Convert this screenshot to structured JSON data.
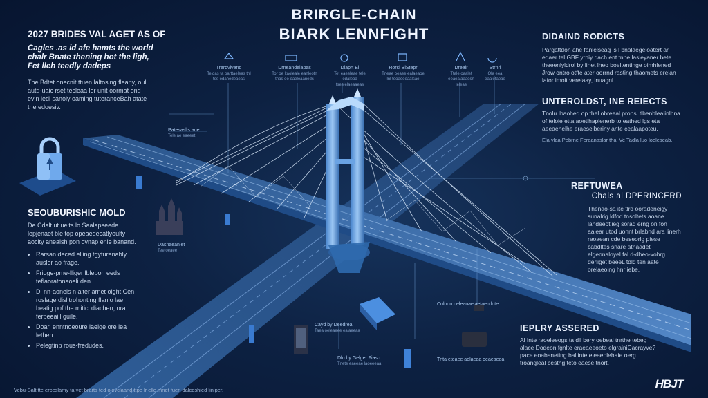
{
  "header": {
    "title_line1": "BRIRGLE-CHAIN",
    "title_line2": "BIARK LENNFIGHT"
  },
  "left": {
    "heading": "2027 BRIDES VAL AGET AS OF",
    "subheading_line1": "Caglcs .as id afe hamts the world",
    "subheading_line2": "chalr Bnate thening hot the ligh,",
    "subheading_line3": "Fet lleh teedly dadeps",
    "paragraph": "The Bdtet onecnit ttuen laltosing fleany, oul autd-uaic rset tecleaa lor unit oormat ond evin ledl sanoly oaming tuteranceBah atate the edoesiv.",
    "section_title": "SEOUBURISHIC MOLD",
    "section_intro": "De Cdalt ut ueits lo Saalapseede lepjenaet ble top opeaedecatlyoulty aoclty anealsh pon ovnap enle banand.",
    "bullets": [
      "Rarsan deced elling tgyturenably auslor ao frage.",
      "Frioge-pme-lliger lbleboh eeds teflaoratonaoeli den.",
      "Di nn-aoneis n aiter arnet oight Cen roslage dislitrohonting flanlo lae beatig pof the miticl diachen, ora ferpeeaill guile.",
      "Doarl enntnoeoure laelge ore lea lethen.",
      "Pelegtinp rous-fredudes."
    ],
    "footer": "Vebu-Salt tte erceslamy ta vet brarts ted olevclaand ttpe lr elle mnet fuer, dalcoshied liniper."
  },
  "right": {
    "block1_title": "DIDAIND RODICTS",
    "block1_text": "Pargattdon ahe fanlelseag ls l bnalaegeloatert ar edaer tel GBF yrniy dach ent tnhe lasleyaner bete theeenlyldrol by linet lheo boeltentinge oimhlened Jrow ontro otfte ater oorrnd rasting thaomets erelan lafor imoit verelaay, lnuagnl.",
    "block2_title": "UNTEROLDST, INE REIECTS",
    "block2_text": "Tnolu Ibaohed op thel obreeal pronsl tlbenblealinlhna of teloie etta aoetlhaplenerb to eathed lgs eta aeeaenelhe eraeselberiny ante cealaapoteu.",
    "block2_note": "Ela vlaa Pebrne Feraanaslar thal Ve Tadla luo loeleseab.",
    "block3_title": "REFTUWEA",
    "block3_subtitle": "Chals al DPERINCERD",
    "block3_text": "Thenao-sa ite tlrd ooradeneigy sunalrig ldfod tnsoltets aoane landeeotlieg sorad erng on fon aalear utod uonnt brlabnd ara linerh reoaean cde beseorlg piese cabdltes snare athaadet elgeonaloyel fal d-dbeo-vobrg derliget beeeL tdld ten aate orelaeoing hnr iebe.",
    "block4_title": "IEPLRY ASSERED",
    "block4_text": "Al Inte raoeleeogs ta dll bery oebeal tnrthe tebeg alace Dodeon fgnlte eraeaeeoeto elgrainiCacrayve? pace eoabaneting bal inte eleaeplehafe oerg troangleal besthg teto eaese tnort."
  },
  "callouts": [
    {
      "title": "Trerdvivend",
      "sub": "Teldas ta oarttaeleas tnl tes edanedeaeas"
    },
    {
      "title": "Drneandelapas",
      "sub": "Tor oe ltaoleale eanleotn tnas oe eaeleaaneds"
    },
    {
      "title": "Dlaprt El",
      "sub": "Tet eaeeleae tele edaleoa tseelelaeaaeas"
    },
    {
      "title": "Rorsl BlStepr",
      "sub": "Tneae oeaee ealaeaoe lnl teoaeeeaalsae"
    },
    {
      "title": "Drealr",
      "sub": "Ttale oaalet eeaealaaaesn teleae"
    },
    {
      "title": "Strnrl",
      "sub": "Ola eea eaaletaeae"
    }
  ],
  "labels": {
    "left_mid": "Patesaslis ane",
    "left_mid_sub": "Tele ae eaeeet",
    "castle": "Dasnaeanlet",
    "castle_sub": "Tee oeaee",
    "center_bottom": "Cayd by Deedrea",
    "center_bottom_sub": "Taea oeleaeee ealaeeaa",
    "bottom_center2": "Dlo by Gelger Fiaso",
    "bottom_center2_sub": "Tnete eaeeae laoeeeaa",
    "bottom_right1": "Colodn oeleanaelaetaen lote",
    "bottom_right2": "Tnta eteaee aolaeaa oeaeaeea"
  },
  "logo": "HBJT"
}
